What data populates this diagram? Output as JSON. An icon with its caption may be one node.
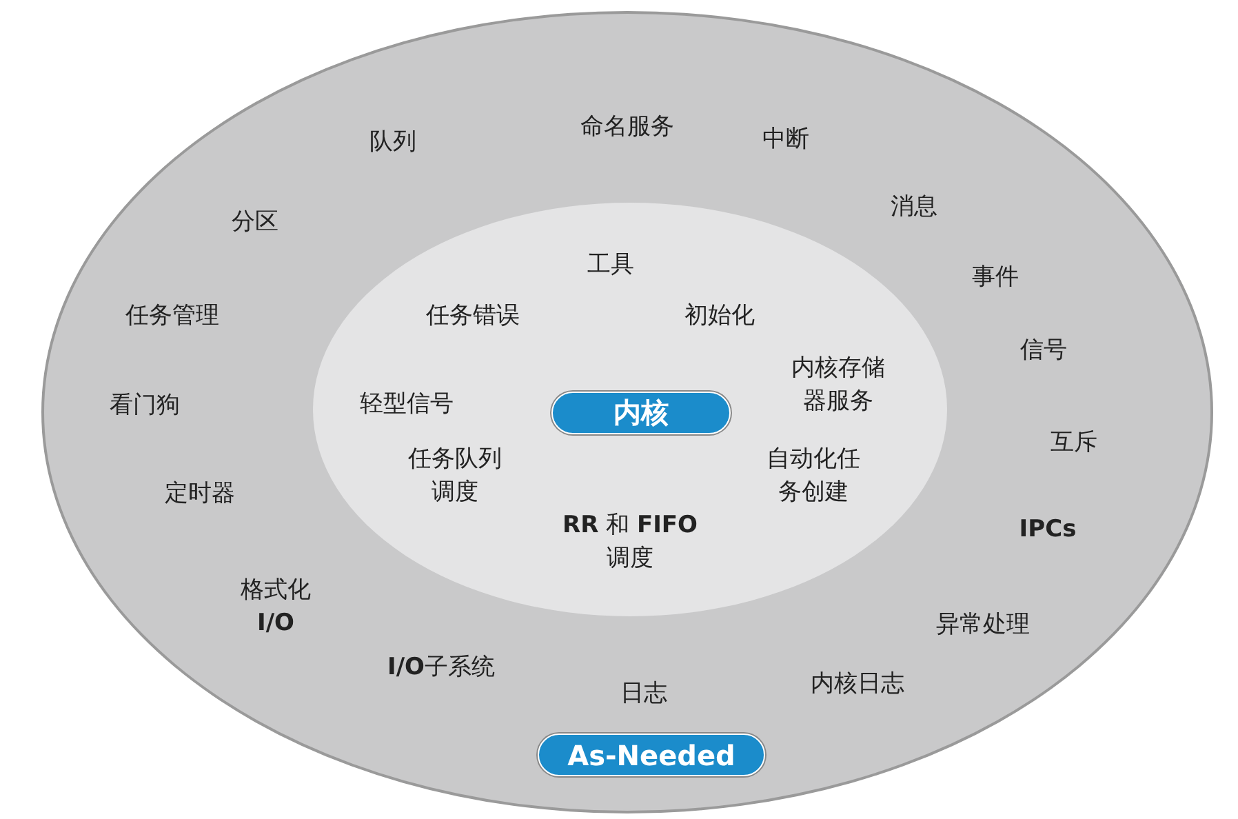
{
  "diagram": {
    "nodes": [
      {
        "text": [],
        "shape": "ellipse"
      },
      {
        "text": [],
        "shape": "ellipse",
        "in": 0
      },
      {
        "text": [
          "内核"
        ],
        "in": 1
      },
      {
        "text": [
          "As-Needed"
        ],
        "in": 0
      }
    ],
    "edges": [],
    "labels": [
      "队列",
      "命名服务",
      "中断",
      "消息",
      "分区",
      "工具",
      "事件",
      "任务管理",
      "任务错误",
      "初始化",
      "信号",
      "内核存储器服务",
      "看门狗",
      "轻型信号",
      "互斥",
      "任务队列调度",
      "自动化任务创建",
      "定时器",
      "**IPCs**",
      "**RR** 和 **FIFO**调度",
      "格式化**I/O**",
      "异常处理",
      "**I/O**子系统",
      "内核日志",
      "日志"
    ]
  }
}
